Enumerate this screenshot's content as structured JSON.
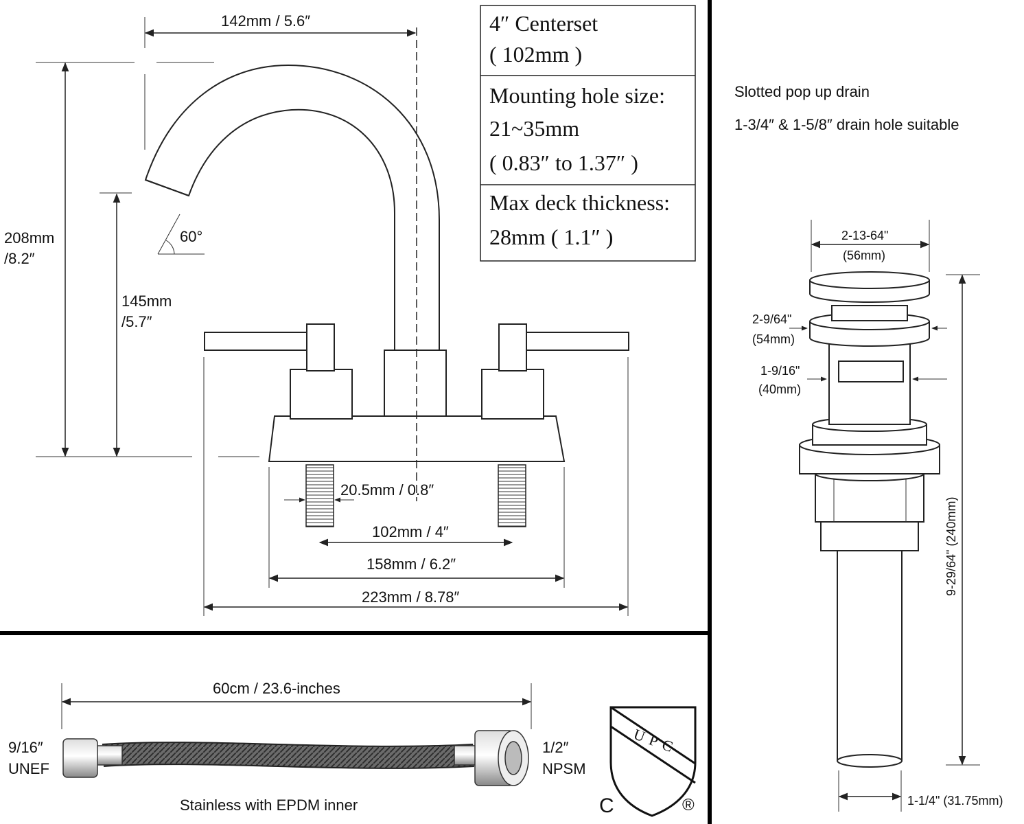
{
  "faucet": {
    "dim_spout_reach": "142mm / 5.6″",
    "dim_total_height_mm": "208mm",
    "dim_total_height_in": "/8.2″",
    "dim_spout_height_mm": "145mm",
    "dim_spout_height_in": "/5.7″",
    "angle": "60°",
    "dim_shank": "20.5mm / 0.8″",
    "dim_centers": "102mm / 4″",
    "dim_base": "158mm / 6.2″",
    "dim_overall": "223mm / 8.78″"
  },
  "specs": {
    "centerset_line1": "4″  Centerset",
    "centerset_line2": "( 102mm )",
    "hole_line1": "Mounting hole size:",
    "hole_line2": "21~35mm",
    "hole_line3": "( 0.83″  to 1.37″ )",
    "deck_line1": "Max deck thickness:",
    "deck_line2": "28mm ( 1.1″ )"
  },
  "drain": {
    "title": "Slotted pop up drain",
    "subtitle": "1-3/4″  & 1-5/8″  drain hole suitable",
    "dim_cap": "2-13-64\"",
    "dim_cap_mm": "(56mm)",
    "dim_flange": "2-9/64\"",
    "dim_flange_mm": "(54mm)",
    "dim_body": "1-9/16\"",
    "dim_body_mm": "(40mm)",
    "dim_height": "9-29/64\" (240mm)",
    "dim_tail": "1-1/4\" (31.75mm)"
  },
  "hose": {
    "length": "60cm / 23.6-inches",
    "left_line1": "9/16″",
    "left_line2": "UNEF",
    "right_line1": "1/2″",
    "right_line2": "NPSM",
    "caption": "Stainless with EPDM inner"
  },
  "upc_logo": {
    "letters": "UPC",
    "c_mark": "C",
    "registered": "®"
  }
}
